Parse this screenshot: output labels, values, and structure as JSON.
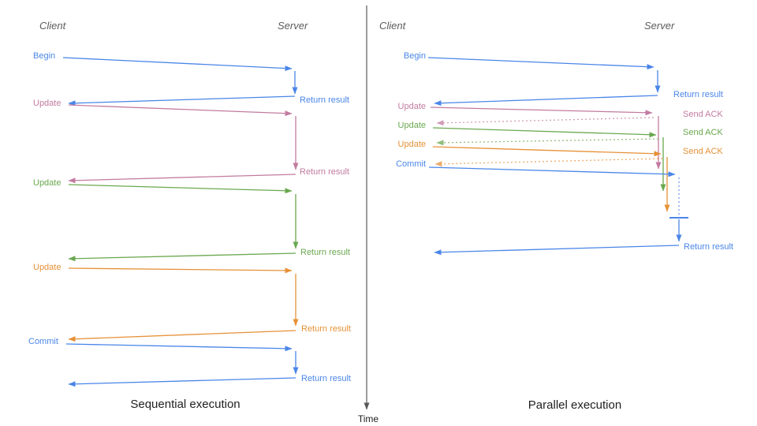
{
  "colors": {
    "blue": "#4a86e8",
    "magenta": "#c27ba0",
    "green": "#6aa84f",
    "orange": "#e69138",
    "ink": "#1f1f1f",
    "muted": "#5c5c5c",
    "axis": "#595959"
  },
  "time_axis": {
    "label": "Time"
  },
  "sequential": {
    "caption": "Sequential execution",
    "headers": {
      "client": "Client",
      "server": "Server"
    },
    "messages": [
      {
        "request": "Begin",
        "response": "Return result",
        "color": "blue"
      },
      {
        "request": "Update",
        "response": "Return result",
        "color": "magenta"
      },
      {
        "request": "Update",
        "response": "Return result",
        "color": "green"
      },
      {
        "request": "Update",
        "response": "Return result",
        "color": "orange"
      },
      {
        "request": "Commit",
        "response": "Return result",
        "color": "blue"
      }
    ]
  },
  "parallel": {
    "caption": "Parallel execution",
    "headers": {
      "client": "Client",
      "server": "Server"
    },
    "messages": [
      {
        "request": "Begin",
        "response": "Return result",
        "color": "blue"
      },
      {
        "request": "Update",
        "response": "Send ACK",
        "color": "magenta"
      },
      {
        "request": "Update",
        "response": "Send ACK",
        "color": "green"
      },
      {
        "request": "Update",
        "response": "Send ACK",
        "color": "orange"
      },
      {
        "request": "Commit",
        "response": "Return result",
        "color": "blue"
      }
    ]
  }
}
